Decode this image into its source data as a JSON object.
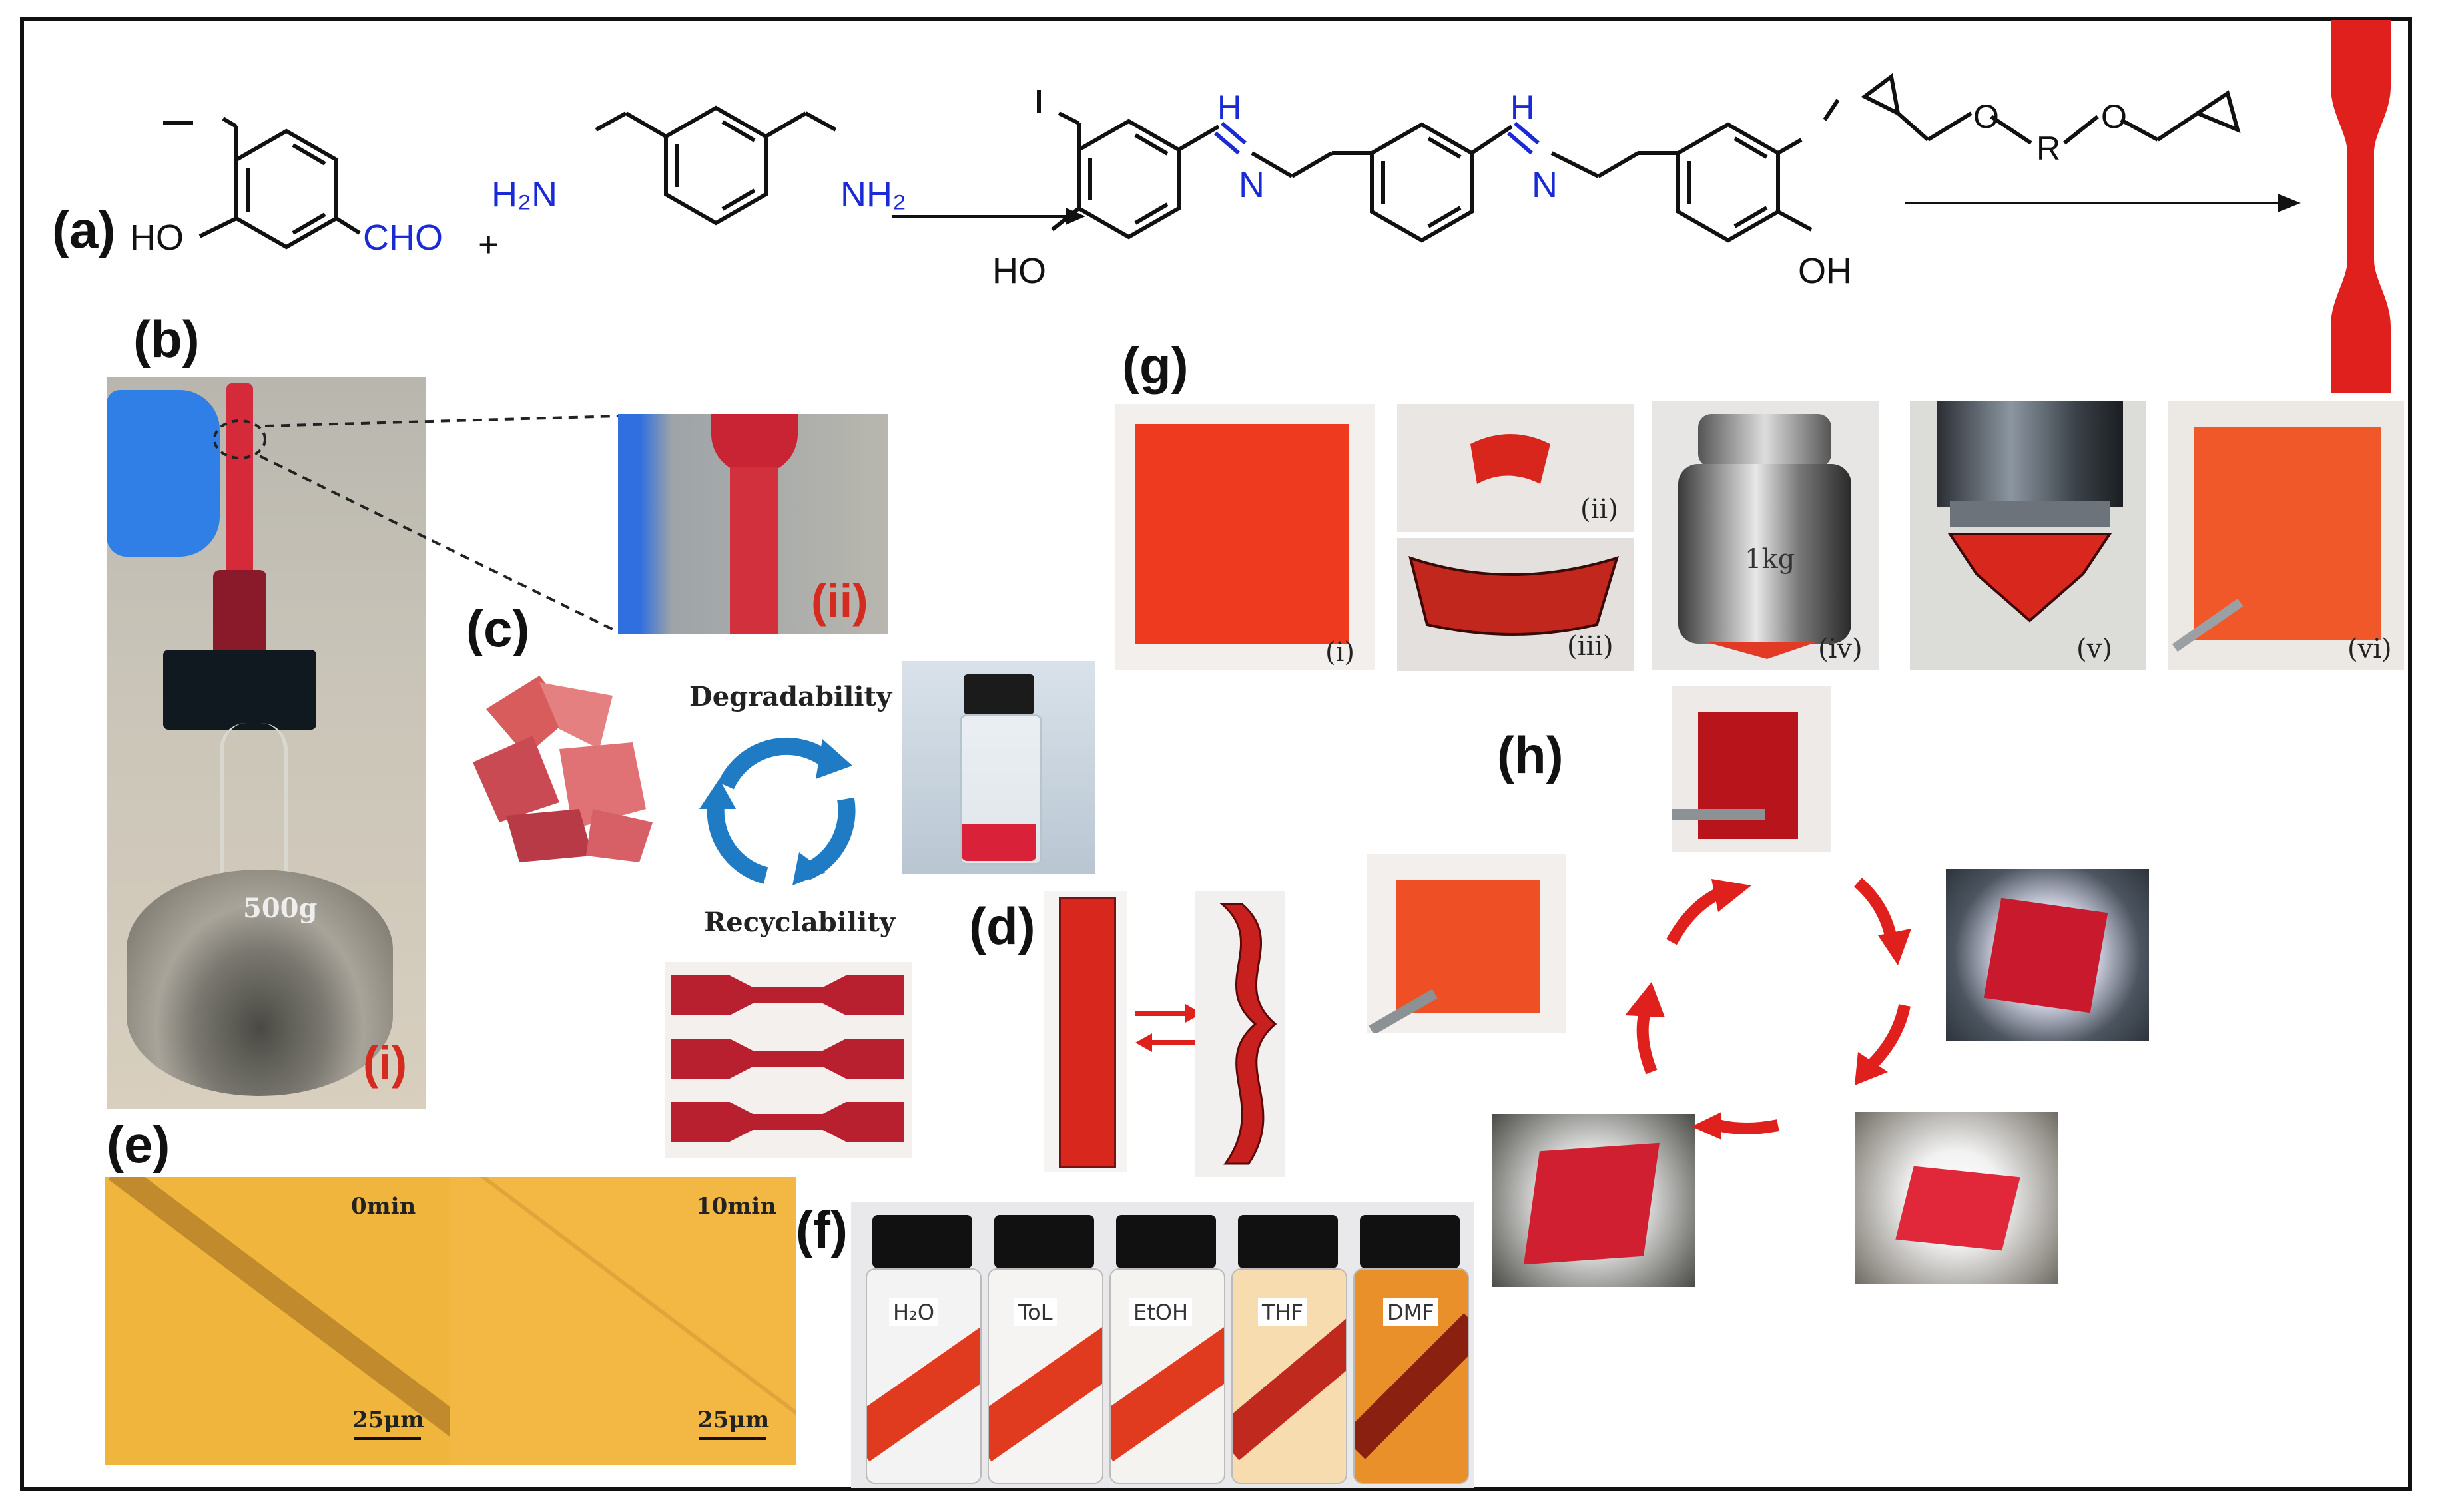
{
  "panels": {
    "a": "(a)",
    "b": "(b)",
    "c": "(c)",
    "d": "(d)",
    "e": "(e)",
    "f": "(f)",
    "g": "(g)",
    "h": "(h)"
  },
  "scheme": {
    "vanillin_ho": "HO",
    "vanillin_cho": "CHO",
    "plus": "+",
    "amine_left": "H₂N",
    "amine_right": "NH₂",
    "imine_h_left": "H",
    "imine_n_left": "N",
    "imine_h_right": "H",
    "imine_n_right": "N",
    "product_ho": "HO",
    "product_oh": "OH",
    "epoxy_o1": "O",
    "epoxy_r": "R",
    "epoxy_o2": "O"
  },
  "panel_b": {
    "weight_label": "500g",
    "sub_i": "(i)",
    "sub_ii": "(ii)"
  },
  "panel_c": {
    "degradability": "Degradability",
    "recyclability": "Recyclability"
  },
  "panel_e": {
    "time_left": "0min",
    "time_right": "10min",
    "scale_left": "25μm",
    "scale_right": "25μm"
  },
  "panel_f": {
    "vials": [
      "H₂O",
      "ToL",
      "EtOH",
      "THF",
      "DMF"
    ]
  },
  "panel_g": {
    "subs": [
      "(i)",
      "(ii)",
      "(iii)",
      "(iv)",
      "(v)",
      "(vi)"
    ],
    "weight_label": "1kg"
  },
  "colors": {
    "red_polymer": "#d93a2a",
    "dark_red": "#a8202a",
    "imine_blue": "#1a2bd6",
    "arrow_blue": "#1e7bc4",
    "optical_yellow": "#f0b53c"
  }
}
